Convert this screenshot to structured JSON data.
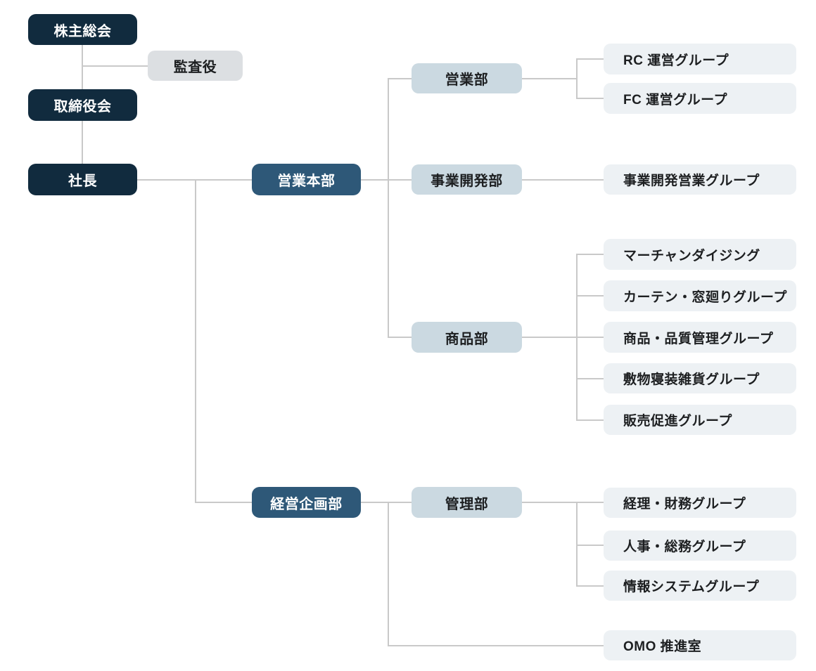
{
  "colors": {
    "executive_box": "#112b3e",
    "division_box": "#2e5878",
    "department_box": "#cbd9e1",
    "auditor_box": "#dcdfe2",
    "group_box": "#edf1f4",
    "connector": "#c9c9c9",
    "text_dark": "#1d1f21",
    "text_light": "#ffffff",
    "background": "#ffffff"
  },
  "nodes": {
    "shareholders_meeting": {
      "label": "株主総会"
    },
    "auditor": {
      "label": "監査役"
    },
    "board_of_directors": {
      "label": "取締役会"
    },
    "president": {
      "label": "社長"
    },
    "sales_headquarters": {
      "label": "営業本部"
    },
    "corporate_planning_dept": {
      "label": "経営企画部"
    },
    "sales_dept": {
      "label": "営業部"
    },
    "business_dev_dept": {
      "label": "事業開発部"
    },
    "product_dept": {
      "label": "商品部"
    },
    "admin_dept": {
      "label": "管理部"
    },
    "rc_group": {
      "label": "RC 運営グループ"
    },
    "fc_group": {
      "label": "FC 運営グループ"
    },
    "business_dev_sales_group": {
      "label": "事業開発営業グループ"
    },
    "merchandising_group": {
      "label": "マーチャンダイジング"
    },
    "curtain_group": {
      "label": "カーテン・窓廻りグループ"
    },
    "quality_group": {
      "label": "商品・品質管理グループ"
    },
    "rug_bedding_group": {
      "label": "敷物寝装雑貨グループ"
    },
    "sales_promotion_group": {
      "label": "販売促進グループ"
    },
    "accounting_group": {
      "label": "経理・財務グループ"
    },
    "hr_group": {
      "label": "人事・総務グループ"
    },
    "it_group": {
      "label": "情報システムグループ"
    },
    "omo_office": {
      "label": "OMO 推進室"
    }
  },
  "hierarchy": [
    {
      "parent": "shareholders_meeting",
      "children": [
        "auditor",
        "board_of_directors"
      ]
    },
    {
      "parent": "board_of_directors",
      "children": [
        "president"
      ]
    },
    {
      "parent": "president",
      "children": [
        "sales_headquarters",
        "corporate_planning_dept"
      ]
    },
    {
      "parent": "sales_headquarters",
      "children": [
        "sales_dept",
        "business_dev_dept",
        "product_dept"
      ]
    },
    {
      "parent": "sales_dept",
      "children": [
        "rc_group",
        "fc_group"
      ]
    },
    {
      "parent": "business_dev_dept",
      "children": [
        "business_dev_sales_group"
      ]
    },
    {
      "parent": "product_dept",
      "children": [
        "merchandising_group",
        "curtain_group",
        "quality_group",
        "rug_bedding_group",
        "sales_promotion_group"
      ]
    },
    {
      "parent": "corporate_planning_dept",
      "children": [
        "admin_dept",
        "omo_office"
      ]
    },
    {
      "parent": "admin_dept",
      "children": [
        "accounting_group",
        "hr_group",
        "it_group"
      ]
    }
  ]
}
